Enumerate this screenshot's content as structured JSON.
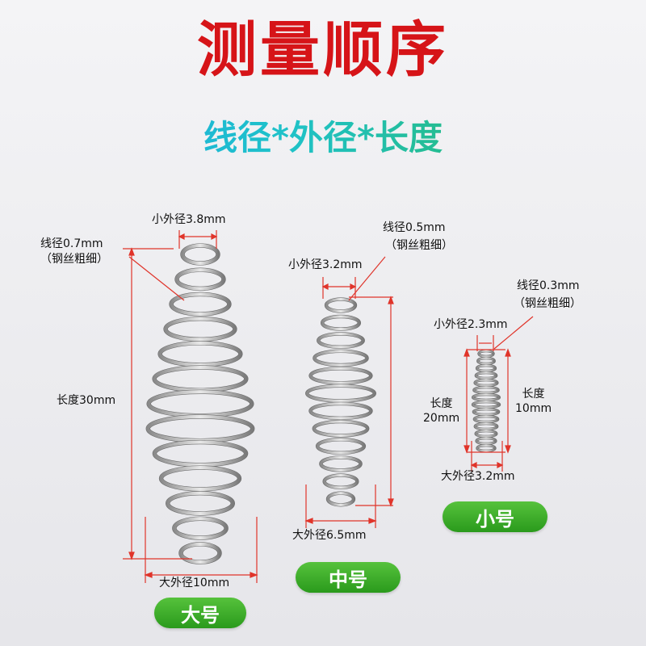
{
  "title": "测量顺序",
  "subtitle": "线径*外径*长度",
  "colors": {
    "title": "#d61418",
    "dim_line": "#e0342a",
    "badge": "#3aab28"
  },
  "large": {
    "badge": "大号",
    "small_od": "小外径3.8mm",
    "wire": "线径0.7mm",
    "wire_note": "（钢丝粗细）",
    "length": "长度30mm",
    "large_od": "大外径10mm"
  },
  "medium": {
    "badge": "中号",
    "wire": "线径0.5mm",
    "wire_note": "（钢丝粗细）",
    "small_od": "小外径3.2mm",
    "large_od": "大外径6.5mm"
  },
  "small": {
    "badge": "小号",
    "wire": "线径0.3mm",
    "wire_note": "（钢丝粗细）",
    "small_od": "小外径2.3mm",
    "length_a_1": "长度",
    "length_a_2": "20mm",
    "length_b_1": "长度",
    "length_b_2": "10mm",
    "large_od": "大外径3.2mm"
  }
}
